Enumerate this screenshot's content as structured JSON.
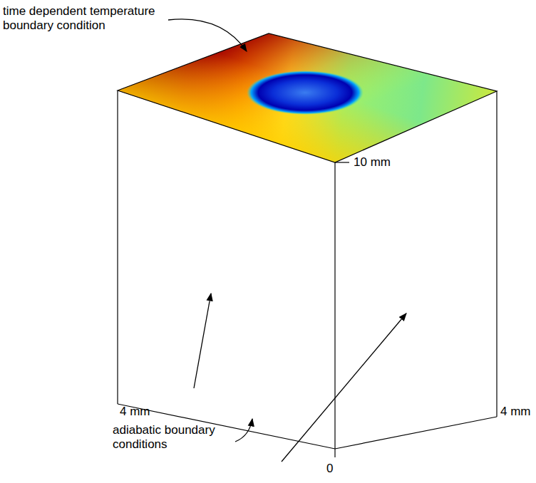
{
  "diagram": {
    "labels": [
      "time dependent temperature boundary condition",
      "10 mm",
      "4 mm",
      "4 mm",
      "0",
      "adiabatic boundary conditions"
    ]
  }
}
